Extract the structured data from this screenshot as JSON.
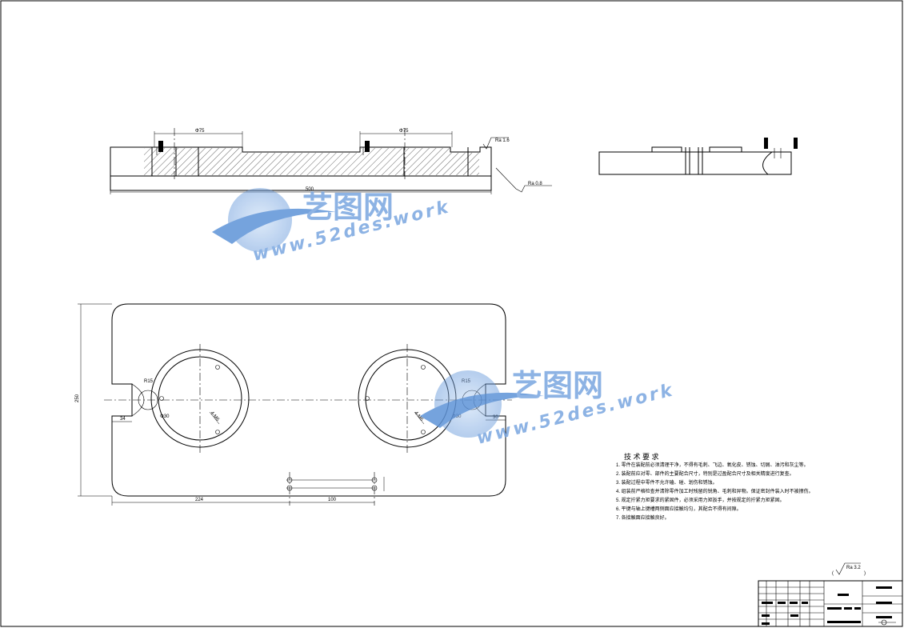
{
  "section_view": {
    "dim_left_dia": "Φ75",
    "dim_right_dia": "Φ75",
    "dim_total_length": "500",
    "roughness_top": "Ra 1.6",
    "roughness_side": "Ra 0.8"
  },
  "plan_view": {
    "dim_height": "250",
    "dim_slot_left": "34",
    "dim_slot_right": "30",
    "dim_bottom_left": "224",
    "dim_bottom_mid": "100",
    "dim_r_left": "R15",
    "dim_r_right": "R15",
    "dim_dia_left": "Φ30",
    "dim_dia_right": "Φ30",
    "dim_hole_left": "4-M6",
    "dim_hole_right": "4-M6"
  },
  "tech_requirements": {
    "heading": "技 术 要 求",
    "items": [
      "1. 零件在装配前必须清理干净，不得有毛刺、飞边、氧化皮、锈蚀、切屑、油污和灰尘等。",
      "2. 装配前应对零、部件的主要配合尺寸，特别是过盈配合尺寸及相关精度进行复查。",
      "3. 装配过程中零件不允许磕、碰、划伤和锈蚀。",
      "4. 组装前严格检查并清除零件加工时残留的锐角、毛刺和异物。保证密封件装入时不被擦伤。",
      "5. 规定拧紧力矩要求的紧固件，必须采用力矩扳手，并按规定的拧紧力矩紧固。",
      "6. 平键与轴上键槽两侧面应接触均匀，其配合不得有间隙。",
      "7. 各接触面应接触良好。"
    ]
  },
  "roughness_note": "Ra 3.2",
  "watermark": {
    "brand": "艺图网",
    "url": "www.52des.work"
  }
}
